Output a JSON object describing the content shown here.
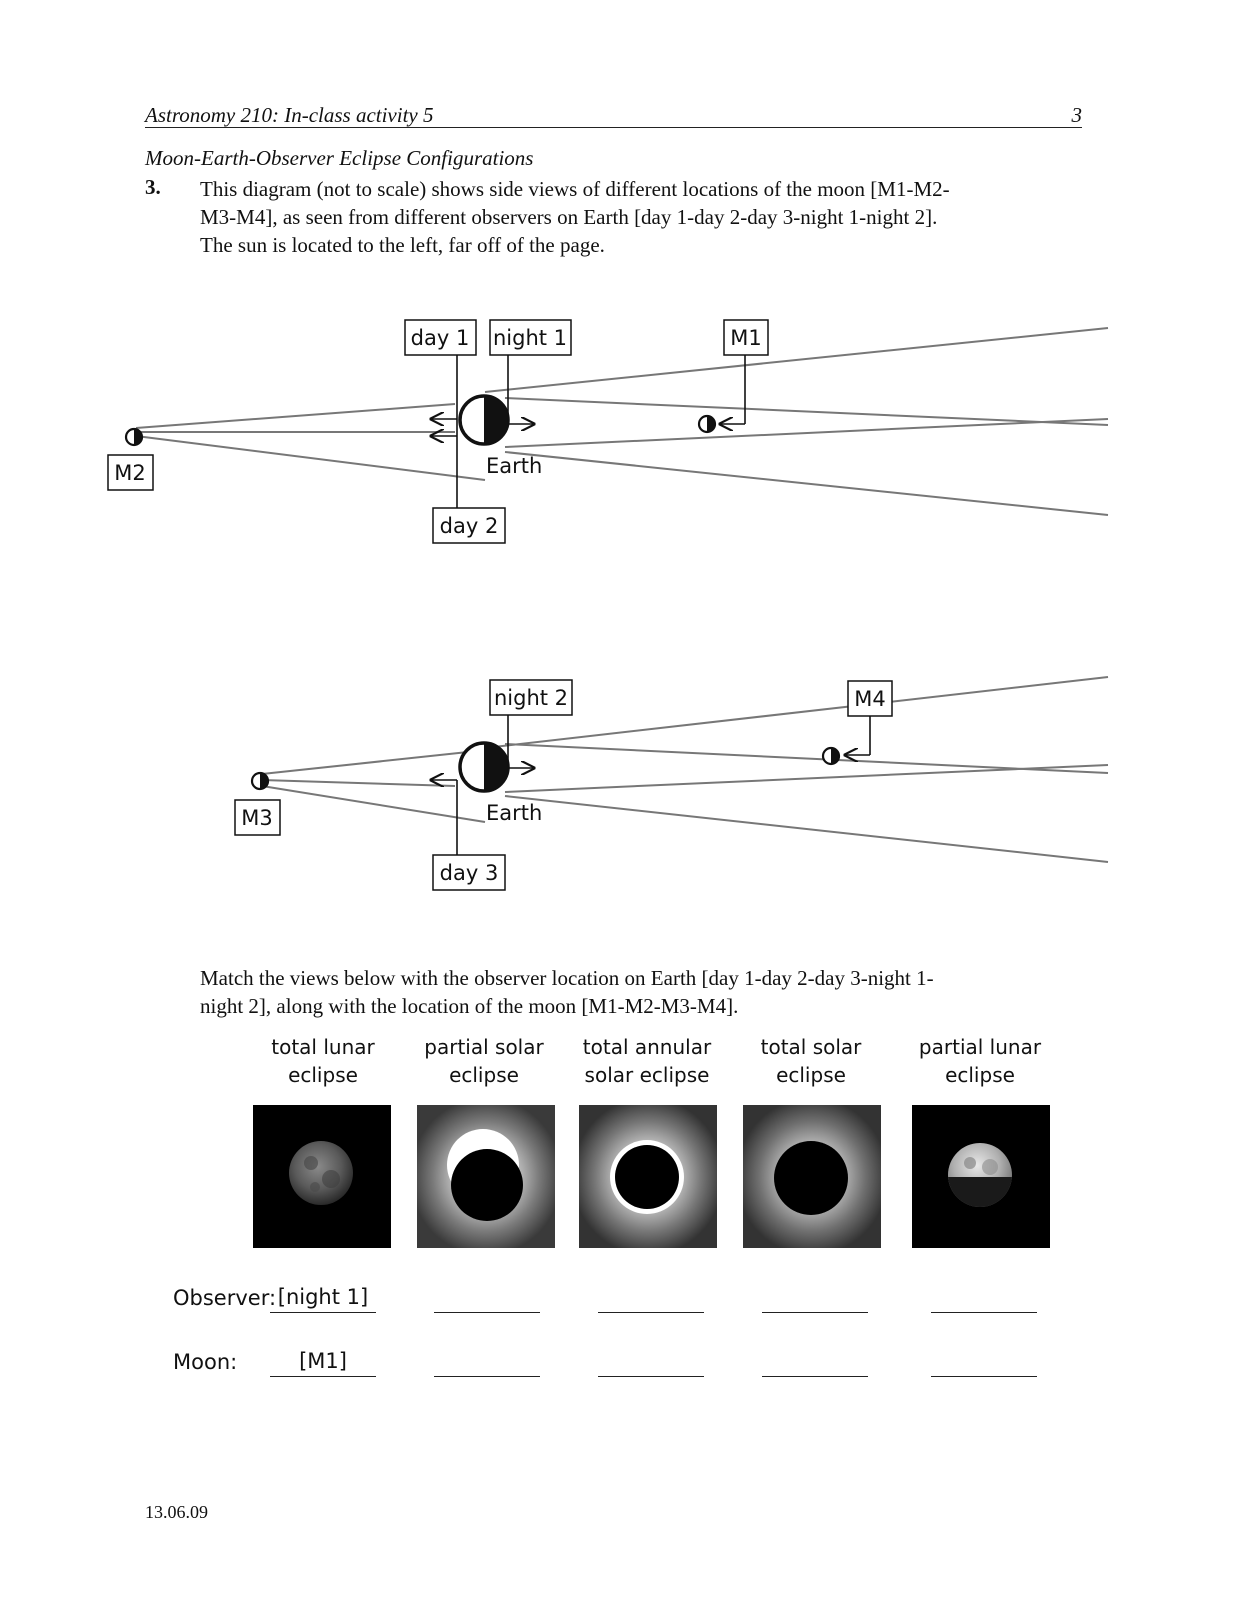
{
  "header": {
    "title": "Astronomy 210: In-class activity 5",
    "page_number": "3"
  },
  "section_title": "Moon-Earth-Observer Eclipse Configurations",
  "question": {
    "number": "3.",
    "lines": [
      "This diagram (not to scale) shows side views of different locations of the moon [M1-M2-",
      "M3-M4], as seen from different observers on Earth [day 1-day 2-day 3-night 1-night 2].",
      "The sun is located to the left, far off of the page."
    ]
  },
  "diagram": {
    "top": {
      "earth_label": "Earth",
      "labels": {
        "day1": "day 1",
        "night1": "night 1",
        "day2": "day 2",
        "m1": "M1",
        "m2": "M2"
      }
    },
    "bottom": {
      "earth_label": "Earth",
      "labels": {
        "night2": "night 2",
        "day3": "day 3",
        "m3": "M3",
        "m4": "M4"
      }
    }
  },
  "instructions": {
    "lines": [
      "Match the views below with the observer location on Earth [day 1-day 2-day 3-night 1-",
      "night 2], along with the location of the moon [M1-M2-M3-M4]."
    ]
  },
  "panels": [
    {
      "line1": "total lunar",
      "line2": "eclipse",
      "kind": "total-lunar"
    },
    {
      "line1": "partial solar",
      "line2": "eclipse",
      "kind": "partial-solar"
    },
    {
      "line1": "total annular",
      "line2": "solar eclipse",
      "kind": "annular-solar"
    },
    {
      "line1": "total solar",
      "line2": "eclipse",
      "kind": "total-solar"
    },
    {
      "line1": "partial lunar",
      "line2": "eclipse",
      "kind": "partial-lunar"
    }
  ],
  "answers": {
    "observer_label": "Observer:",
    "moon_label": "Moon:",
    "observer": [
      "[night 1]",
      "",
      "",
      "",
      ""
    ],
    "moon": [
      "[M1]",
      "",
      "",
      "",
      ""
    ]
  },
  "footer": {
    "date": "13.06.09"
  }
}
